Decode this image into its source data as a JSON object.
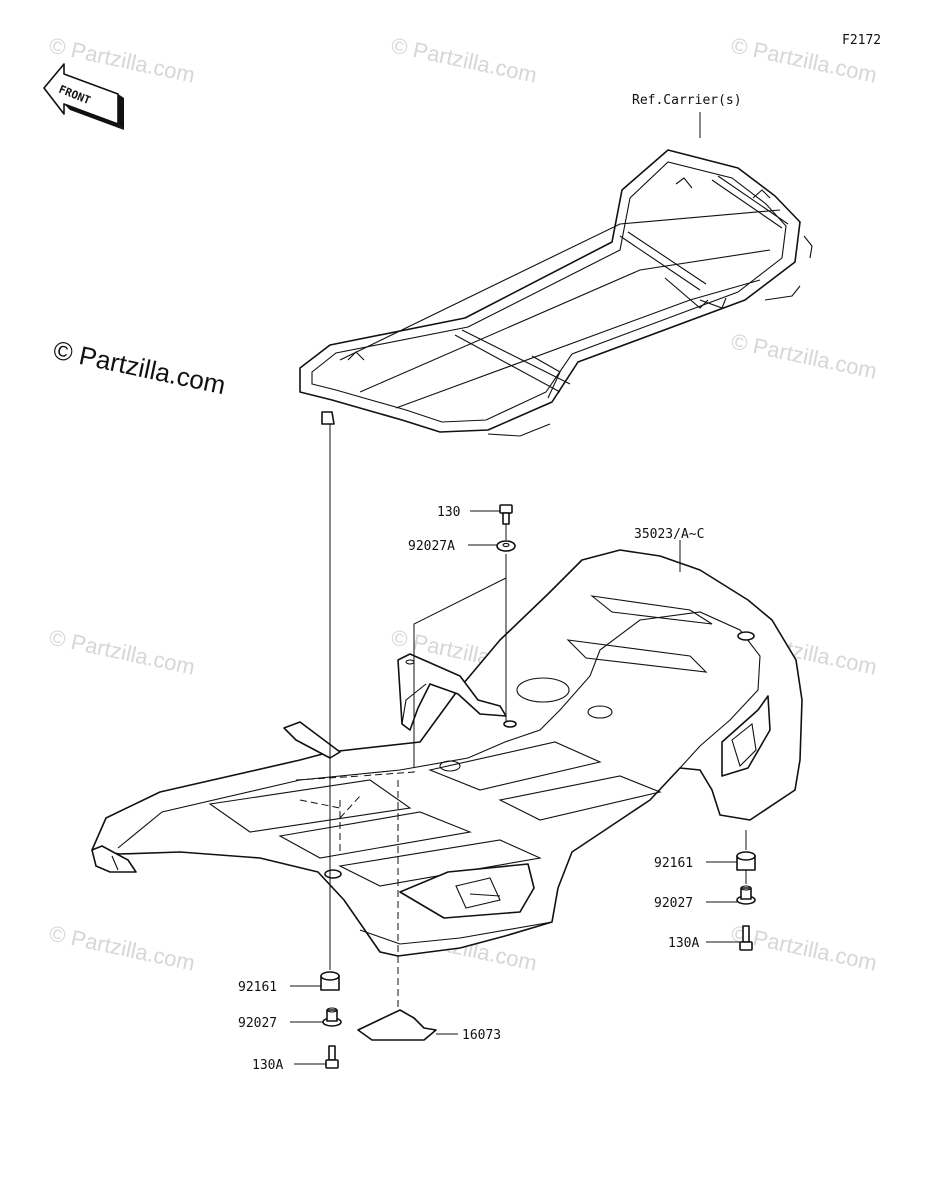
{
  "diagram": {
    "code": "F2172",
    "front_label": "FRONT",
    "watermark": "© Partzilla.com",
    "logo_text": "© Partzilla.com"
  },
  "callouts": {
    "ref_carrier": "Ref.Carrier(s)",
    "bolt_top": "130",
    "washer_top": "92027A",
    "fender": "35023/A~C",
    "grommet_right": "92161",
    "collar_right": "92027",
    "bolt_right": "130A",
    "grommet_left": "92161",
    "collar_left": "92027",
    "bolt_left": "130A",
    "plate": "16073"
  }
}
